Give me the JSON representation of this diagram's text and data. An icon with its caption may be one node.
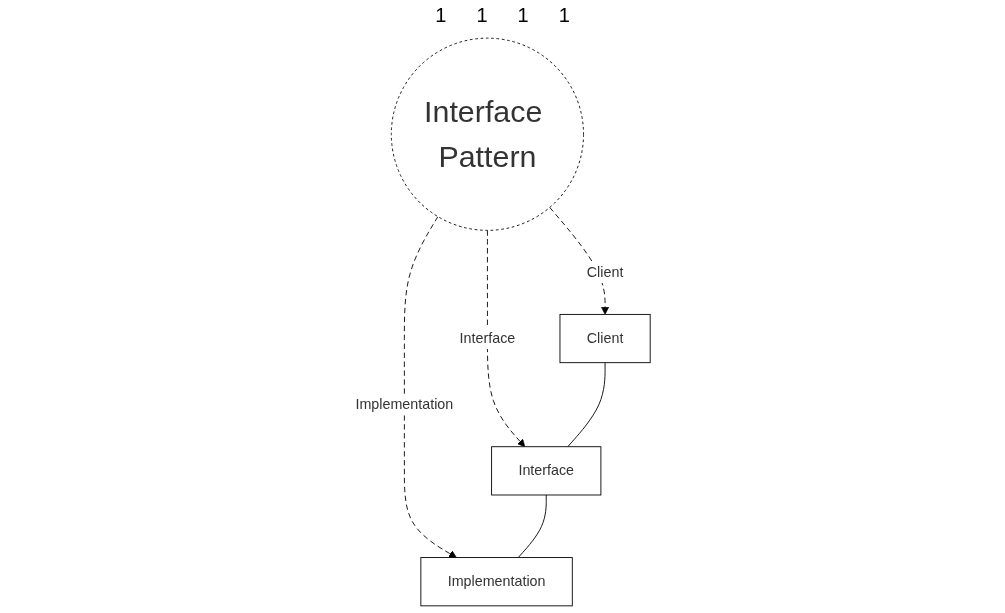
{
  "diagram": {
    "nodes": [
      {
        "text": [
          "Interface Pattern"
        ]
      },
      {
        "text": [
          "Client"
        ]
      },
      {
        "text": [
          "Implementation"
        ]
      },
      {
        "text": [
          "Interface"
        ]
      }
    ],
    "edges": [
      {
        "from": 0,
        "to": 1,
        "arrow": "to",
        "style": "dashed",
        "label": "Client"
      },
      {
        "from": 0,
        "to": 3,
        "arrow": "to",
        "style": "dashed",
        "label": "Interface"
      },
      {
        "from": 0,
        "to": 2,
        "arrow": "to",
        "style": "dashed",
        "label": "Implementation"
      },
      {
        "from": 1,
        "to": 3,
        "arrow": "none"
      },
      {
        "from": 3,
        "to": 2,
        "arrow": "none"
      }
    ],
    "labels": [
      "1",
      "1",
      "1",
      "1"
    ]
  }
}
